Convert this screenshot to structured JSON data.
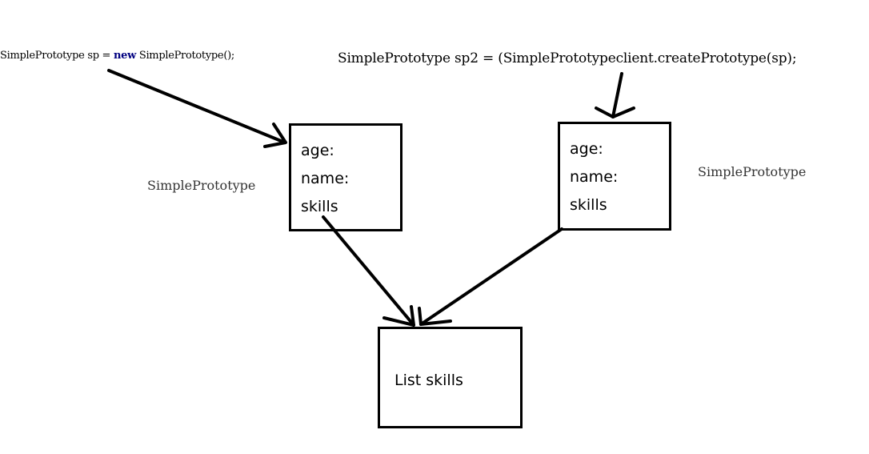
{
  "code": {
    "line1_prefix": "SimplePrototype sp = ",
    "line1_keyword": "new",
    "line1_suffix": " SimplePrototype();",
    "line2": "SimplePrototype sp2 = (SimplePrototypeclient.createPrototype(sp);"
  },
  "labels": {
    "left_type": "SimplePrototype",
    "right_type": "SimplePrototype"
  },
  "objects": {
    "left": {
      "fields": [
        "age:",
        "name:",
        "skills"
      ]
    },
    "right": {
      "fields": [
        "age:",
        "name:",
        "skills"
      ]
    },
    "list": {
      "label": "List skills"
    }
  },
  "colors": {
    "stroke": "#000000",
    "keyword": "#000080",
    "type_label": "#333333"
  }
}
